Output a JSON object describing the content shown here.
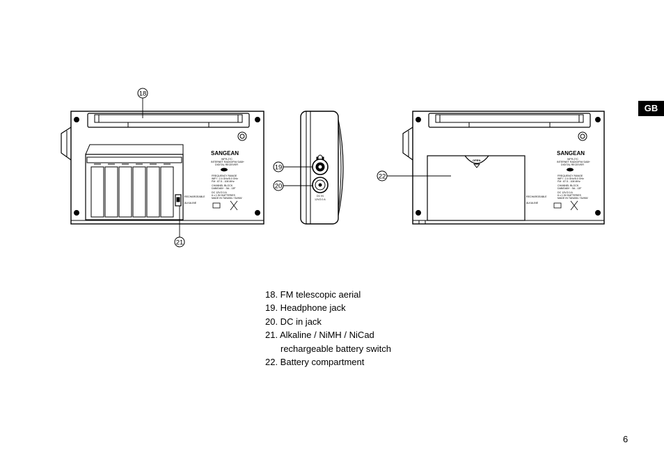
{
  "tab_label": "GB",
  "page_number": "6",
  "legend": [
    "18. FM telescopic aerial",
    "19. Headphone jack",
    "20. DC in jack",
    "21. Alkaline / NiMH / NiCad",
    "rechargeable battery switch",
    "22. Battery compartment"
  ],
  "callouts": {
    "c18": "18",
    "c19": "19",
    "c20": "20",
    "c21": "21",
    "c22": "22"
  },
  "label": {
    "brand": "SANGEAN",
    "model": "WFR-27C",
    "product_line1": "INTERNET RADIO/FM/ DAB+",
    "product_line2": "DIGITAL RECEIVER",
    "freq_title": "FREQUENCY RANGE",
    "freq_wifi": "WIFI : 2.4 GHz/5.0 GHz",
    "freq_fm": "FM : 87.5 - 108 MHz",
    "channel_title": "CHANNEL BLOCK",
    "channel_val": "DAB/DAB+ : 5A - 13F",
    "power_line1": "DC 12V/2.0 A",
    "power_line2": "6 x 1.5V BATTERIES",
    "power_line3": "MADE IN TAIWAN / SUNW",
    "switch_rechargeable": "RECHARGEABLE",
    "switch_alkaline": "ALKALINE",
    "side_dc": "DC IN",
    "side_volt": "12V/2.0 A",
    "door_open": "OPEN"
  }
}
